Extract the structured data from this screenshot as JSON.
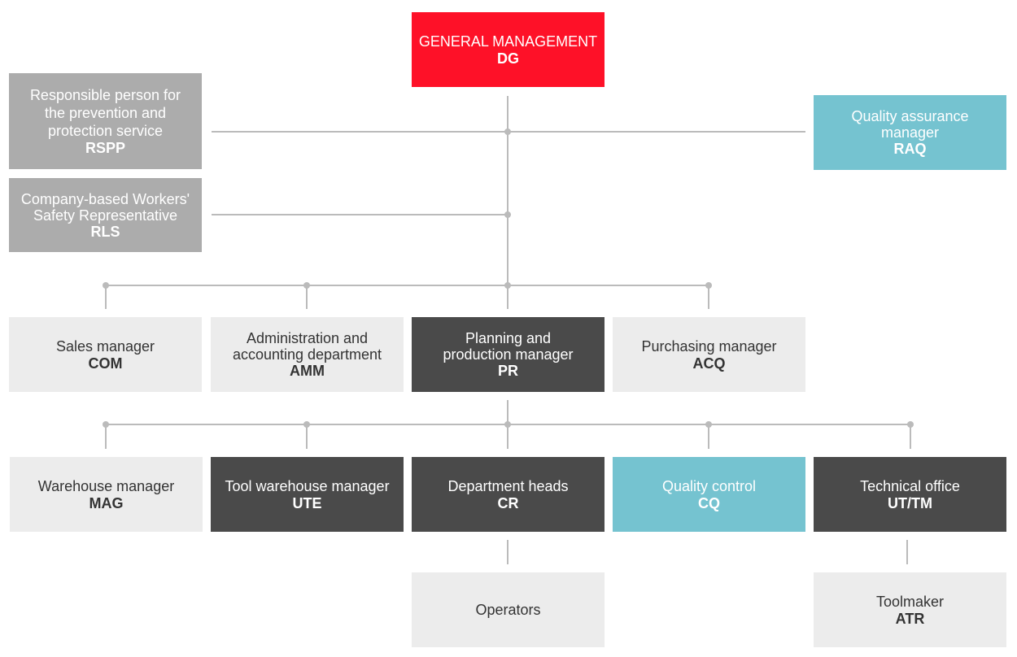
{
  "colors": {
    "red": "#fe1128",
    "grey": "#acacac",
    "teal": "#75c3d0",
    "dark": "#4a4a4a",
    "light": "#ececec",
    "line": "#bbbbbb"
  },
  "nodes": {
    "dg": {
      "label": "GENERAL MANAGEMENT",
      "abbr": "DG"
    },
    "rspp": {
      "label": "Responsible person for the prevention and protection service",
      "abbr": "RSPP"
    },
    "rls": {
      "label": "Company-based Workers' Safety Representative",
      "abbr": "RLS"
    },
    "raq": {
      "label": "Quality assurance manager",
      "abbr": "RAQ"
    },
    "com": {
      "label": "Sales manager",
      "abbr": "COM"
    },
    "amm": {
      "label": "Administration and accounting department",
      "abbr": "AMM"
    },
    "pr": {
      "label": "Planning and production manager",
      "abbr": "PR"
    },
    "acq": {
      "label": "Purchasing manager",
      "abbr": "ACQ"
    },
    "mag": {
      "label": "Warehouse manager",
      "abbr": "MAG"
    },
    "ute": {
      "label": "Tool warehouse manager",
      "abbr": "UTE"
    },
    "cr": {
      "label": "Department heads",
      "abbr": "CR"
    },
    "cq": {
      "label": "Quality control",
      "abbr": "CQ"
    },
    "ut": {
      "label": "Technical office",
      "abbr": "UT/TM"
    },
    "op": {
      "label": "Operators",
      "abbr": ""
    },
    "atr": {
      "label": "Toolmaker",
      "abbr": "ATR"
    }
  }
}
